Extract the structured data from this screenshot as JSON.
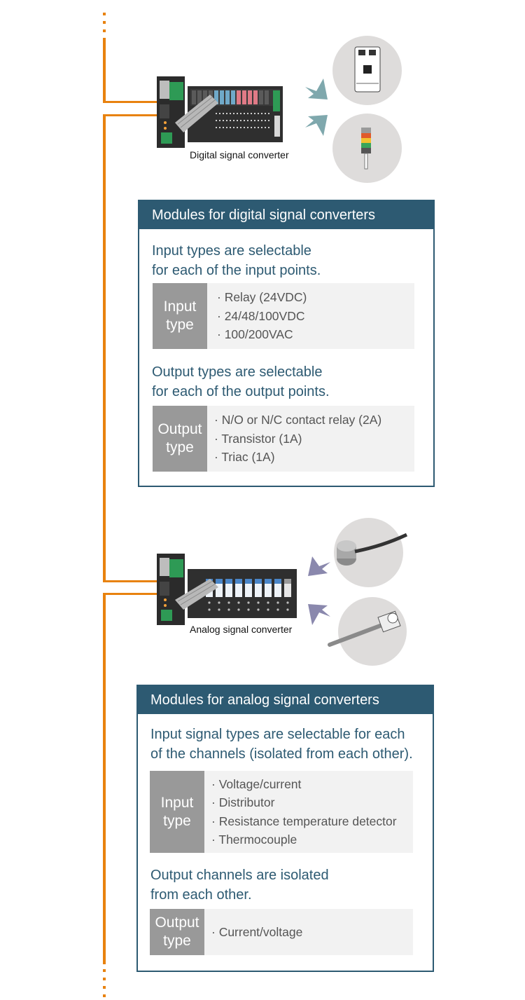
{
  "colors": {
    "bus": "#e8820f",
    "panel": "#2d5a72",
    "label_bg": "#999999",
    "arrow_out": "#7fa8ad",
    "arrow_in": "#8a88ad",
    "circle": "#dedcdb"
  },
  "digital": {
    "caption": "Digital signal converter",
    "panel": {
      "title": "Modules for digital signal converters",
      "input_desc": [
        "Input types are selectable",
        "for each of the input points."
      ],
      "input_label": [
        "Input",
        "type"
      ],
      "input_items": [
        "· Relay (24VDC)",
        "· 24/48/100VDC",
        "· 100/200VAC"
      ],
      "output_desc": [
        "Output types are selectable",
        "for each of the output points."
      ],
      "output_label": [
        "Output",
        "type"
      ],
      "output_items": [
        "· N/O or N/C contact relay (2A)",
        "· Transistor (1A)",
        "· Triac (1A)"
      ]
    },
    "devices": [
      "relay-icon",
      "signal-tower-icon"
    ]
  },
  "analog": {
    "caption": "Analog signal converter",
    "panel": {
      "title": "Modules for analog signal converters",
      "input_desc": [
        "Input signal types are selectable for each",
        "of the channels (isolated from each other)."
      ],
      "input_label": [
        "Input",
        "type"
      ],
      "input_items": [
        "· Voltage/current",
        "· Distributor",
        "· Resistance temperature detector",
        "· Thermocouple"
      ],
      "output_desc": [
        "Output channels are isolated",
        "from each other."
      ],
      "output_label": [
        "Output",
        "type"
      ],
      "output_items": [
        "· Current/voltage"
      ]
    },
    "devices": [
      "sensor-icon",
      "thermocouple-icon"
    ]
  }
}
